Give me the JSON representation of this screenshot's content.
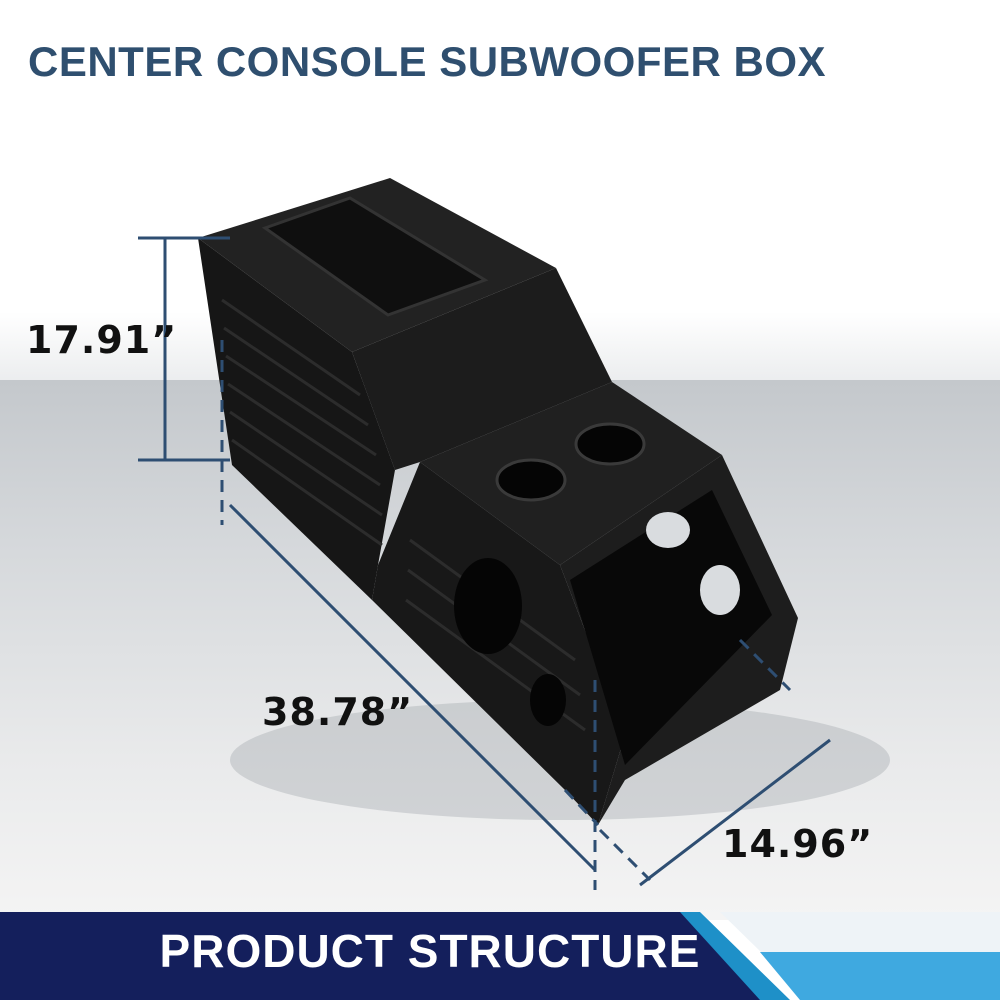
{
  "header": {
    "title": "CENTER CONSOLE SUBWOOFER BOX"
  },
  "dimensions": {
    "height": "17.91”",
    "length": "38.78”",
    "width": "14.96”"
  },
  "banner": {
    "label": "PRODUCT STRUCTURE"
  },
  "colors": {
    "title": "#2f4f6f",
    "banner_navy": "#141f5c",
    "banner_accent": "#1e90c8",
    "dimension_line": "#2e4e72",
    "console_body": "#1a1a1a"
  }
}
